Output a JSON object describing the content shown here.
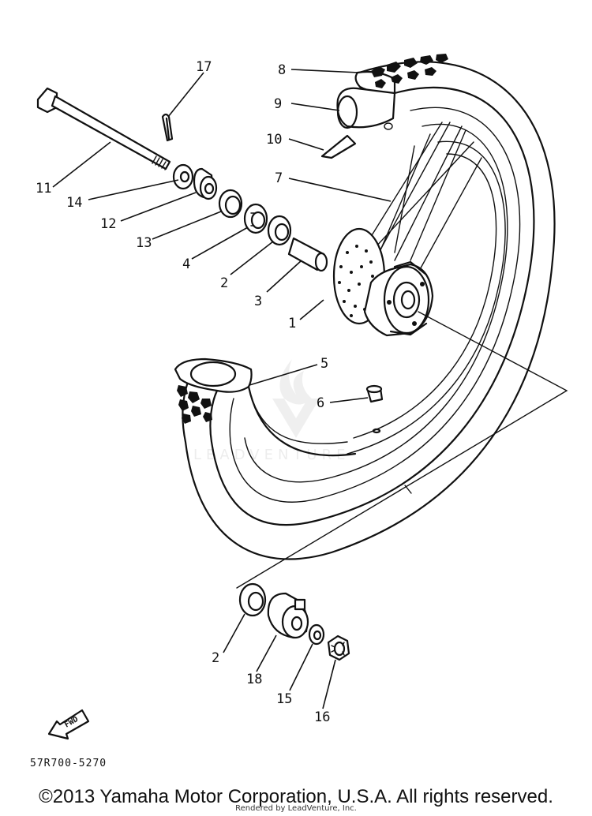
{
  "callouts": {
    "c1": "1",
    "c2a": "2",
    "c2b": "2",
    "c3": "3",
    "c4": "4",
    "c5": "5",
    "c6": "6",
    "c7": "7",
    "c8": "8",
    "c9": "9",
    "c10": "10",
    "c11": "11",
    "c12": "12",
    "c13": "13",
    "c14": "14",
    "c15": "15",
    "c16": "16",
    "c17": "17",
    "c18": "18"
  },
  "fwd_label": "FWD",
  "part_number": "57R700-5270",
  "watermark": "LEADVENTURE",
  "copyright": "©2013 Yamaha Motor Corporation, U.S.A. All rights reserved.",
  "rendered_by": "Rendered by LeadVenture, Inc."
}
